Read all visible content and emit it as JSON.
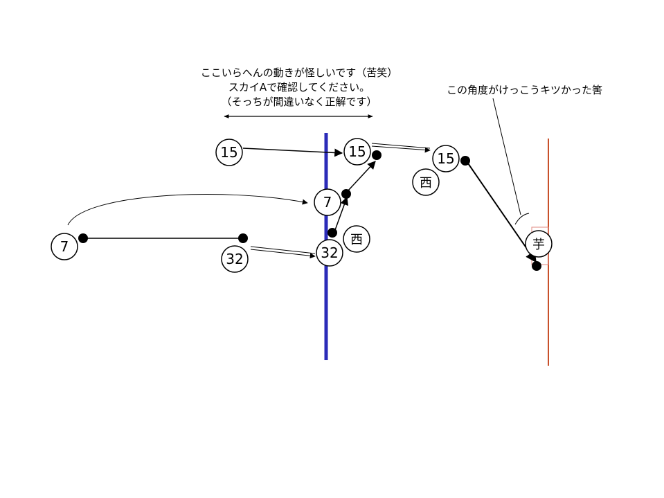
{
  "notes": {
    "top_comment": {
      "line1": "ここいらへんの動きが怪しいです（苦笑）",
      "line2": "スカイAで確認してください。",
      "line3": "（そっちが間違いなく正解です）"
    },
    "angle_comment": "この角度がけっこうキツかった筈"
  },
  "players": {
    "p15_start": "15",
    "p15_mid": "15",
    "p15_end": "15",
    "p7_start": "7",
    "p7_mid": "7",
    "p32_start": "32",
    "p32_mid": "32",
    "west_1": "西",
    "west_2": "西",
    "potato": "芋"
  },
  "colors": {
    "blue_line": "#2b2bb8",
    "red_line": "#c8502a",
    "ink": "#000000"
  }
}
